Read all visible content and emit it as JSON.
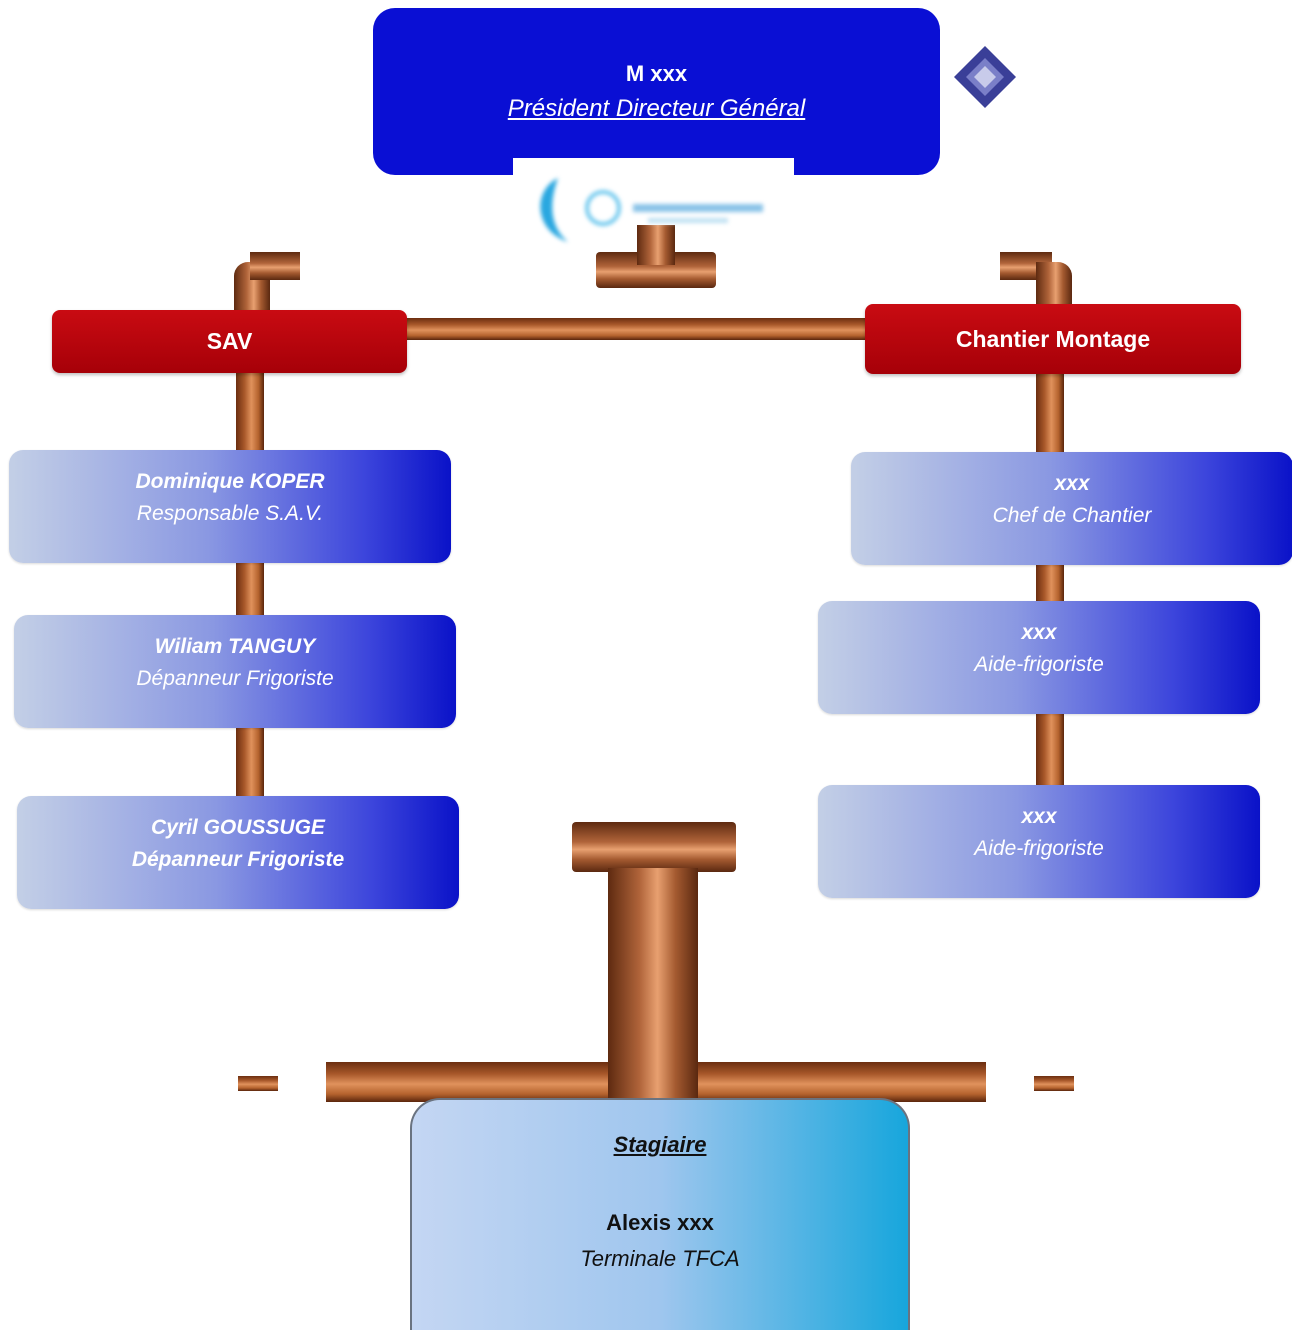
{
  "president": {
    "name": "M xxx",
    "title": "Président Directeur Général"
  },
  "departments": {
    "left": "SAV",
    "right": "Chantier Montage"
  },
  "sav_staff": [
    {
      "name": "Dominique KOPER",
      "role": "Responsable S.A.V."
    },
    {
      "name": "Wiliam TANGUY",
      "role": "Dépanneur Frigoriste"
    },
    {
      "name": "Cyril GOUSSUGE",
      "role": "Dépanneur Frigoriste"
    }
  ],
  "chantier_staff": [
    {
      "name": "xxx",
      "role": "Chef de Chantier"
    },
    {
      "name": "xxx",
      "role": "Aide-frigoriste"
    },
    {
      "name": "xxx",
      "role": "Aide-frigoriste"
    }
  ],
  "stagiaire": {
    "title": "Stagiaire",
    "name": "Alexis xxx",
    "role": "Terminale TFCA"
  },
  "colors": {
    "president_bg": "#0a0fd4",
    "department_bg": "#c90b12",
    "copper": "#b5632e",
    "stagiaire_bg": "#17a6dc"
  },
  "icons": {
    "logo": "diamond-logo-icon",
    "company_logo": "snowflake-logo-icon"
  }
}
